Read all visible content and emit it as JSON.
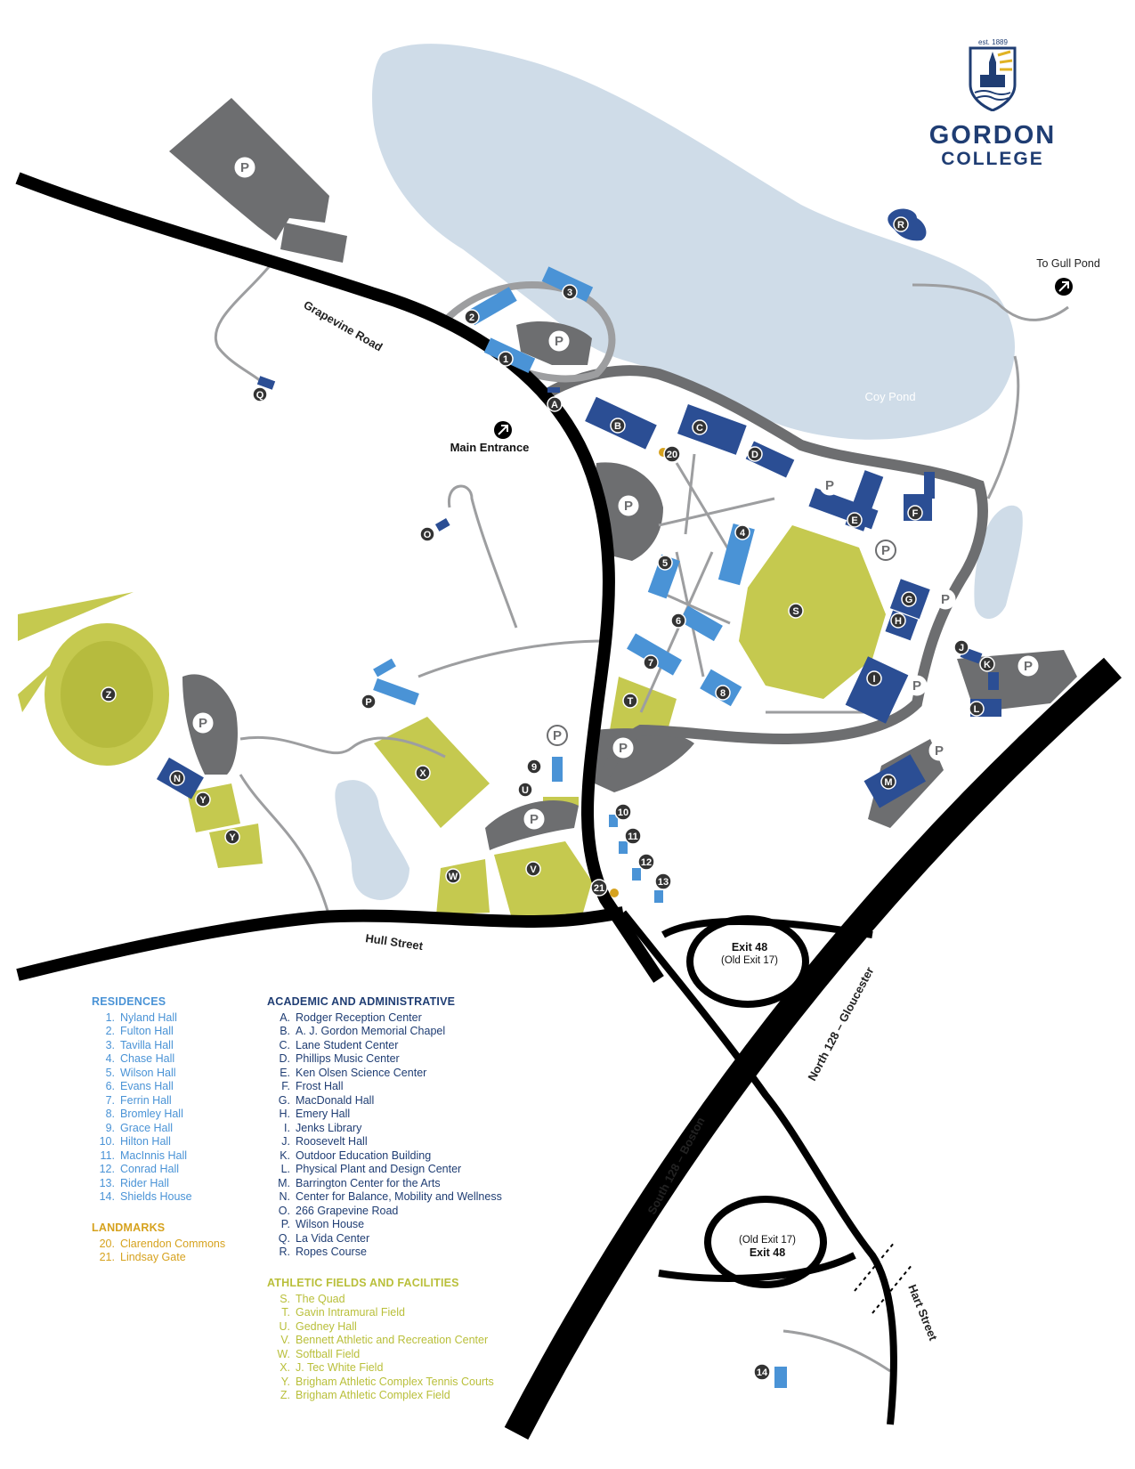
{
  "logo": {
    "est": "est. 1889",
    "name_line1": "GORDON",
    "name_line2": "COLLEGE"
  },
  "roads": {
    "grapevine": "Grapevine Road",
    "hull": "Hull Street",
    "south128": "South 128 – Boston",
    "north128": "North 128 – Gloucester",
    "hart": "Hart Street"
  },
  "places": {
    "coy_pond": "Coy Pond",
    "to_gull_pond": "To Gull Pond",
    "main_entrance": "Main Entrance",
    "exit_top_1": "Exit 48",
    "exit_top_2": "(Old Exit 17)",
    "exit_bottom_1": "(Old Exit 17)",
    "exit_bottom_2": "Exit 48"
  },
  "parking_symbol": "P",
  "markers": {
    "A": "A",
    "B": "B",
    "C": "C",
    "D": "D",
    "E": "E",
    "F": "F",
    "G": "G",
    "H": "H",
    "I": "I",
    "J": "J",
    "K": "K",
    "L": "L",
    "M": "M",
    "N": "N",
    "O": "O",
    "P": "P",
    "Q": "Q",
    "R": "R",
    "S": "S",
    "T": "T",
    "U": "U",
    "V": "V",
    "W": "W",
    "X": "X",
    "Y": "Y",
    "Z": "Z",
    "n1": "1",
    "n2": "2",
    "n3": "3",
    "n4": "4",
    "n5": "5",
    "n6": "6",
    "n7": "7",
    "n8": "8",
    "n9": "9",
    "n10": "10",
    "n11": "11",
    "n12": "12",
    "n13": "13",
    "n14": "14",
    "n20": "20",
    "n21": "21"
  },
  "legend": {
    "residences": {
      "title": "RESIDENCES",
      "items": [
        {
          "key": "1.",
          "name": "Nyland Hall"
        },
        {
          "key": "2.",
          "name": "Fulton Hall"
        },
        {
          "key": "3.",
          "name": "Tavilla Hall"
        },
        {
          "key": "4.",
          "name": "Chase Hall"
        },
        {
          "key": "5.",
          "name": "Wilson Hall"
        },
        {
          "key": "6.",
          "name": "Evans Hall"
        },
        {
          "key": "7.",
          "name": "Ferrin Hall"
        },
        {
          "key": "8.",
          "name": "Bromley Hall"
        },
        {
          "key": "9.",
          "name": "Grace Hall"
        },
        {
          "key": "10.",
          "name": "Hilton Hall"
        },
        {
          "key": "11.",
          "name": "MacInnis Hall"
        },
        {
          "key": "12.",
          "name": "Conrad Hall"
        },
        {
          "key": "13.",
          "name": "Rider Hall"
        },
        {
          "key": "14.",
          "name": "Shields House"
        }
      ]
    },
    "landmarks": {
      "title": "LANDMARKS",
      "items": [
        {
          "key": "20.",
          "name": "Clarendon Commons"
        },
        {
          "key": "21.",
          "name": "Lindsay Gate"
        }
      ]
    },
    "academic": {
      "title": "ACADEMIC AND ADMINISTRATIVE",
      "items": [
        {
          "key": "A.",
          "name": "Rodger Reception Center"
        },
        {
          "key": "B.",
          "name": "A. J. Gordon Memorial Chapel"
        },
        {
          "key": "C.",
          "name": "Lane Student Center"
        },
        {
          "key": "D.",
          "name": "Phillips Music Center"
        },
        {
          "key": "E.",
          "name": "Ken Olsen Science Center"
        },
        {
          "key": "F.",
          "name": "Frost Hall"
        },
        {
          "key": "G.",
          "name": "MacDonald Hall"
        },
        {
          "key": "H.",
          "name": "Emery Hall"
        },
        {
          "key": "I.",
          "name": "Jenks Library"
        },
        {
          "key": "J.",
          "name": "Roosevelt Hall"
        },
        {
          "key": "K.",
          "name": "Outdoor Education Building"
        },
        {
          "key": "L.",
          "name": "Physical Plant and Design Center"
        },
        {
          "key": "M.",
          "name": "Barrington Center for the Arts"
        },
        {
          "key": "N.",
          "name": "Center for Balance, Mobility and Wellness"
        },
        {
          "key": "O.",
          "name": "266 Grapevine Road"
        },
        {
          "key": "P.",
          "name": "Wilson House"
        },
        {
          "key": "Q.",
          "name": "La Vida Center"
        },
        {
          "key": "R.",
          "name": "Ropes Course"
        }
      ]
    },
    "athletic": {
      "title": "ATHLETIC FIELDS AND FACILITIES",
      "items": [
        {
          "key": "S.",
          "name": "The Quad"
        },
        {
          "key": "T.",
          "name": "Gavin Intramural Field"
        },
        {
          "key": "U.",
          "name": "Gedney Hall"
        },
        {
          "key": "V.",
          "name": "Bennett Athletic and Recreation Center"
        },
        {
          "key": "W.",
          "name": "Softball Field"
        },
        {
          "key": "X.",
          "name": "J. Tec White Field"
        },
        {
          "key": "Y.",
          "name": "Brigham Athletic Complex Tennis Courts"
        },
        {
          "key": "Z.",
          "name": "Brigham Athletic Complex Field"
        }
      ]
    }
  },
  "colors": {
    "residence": "#4a93d6",
    "academic": "#2b4e94",
    "landmark": "#d6a21e",
    "athletic": "#c5c94f",
    "parking": "#6d6e70",
    "water": "#cfdce8",
    "road": "#000000",
    "path": "#9d9ea0"
  }
}
